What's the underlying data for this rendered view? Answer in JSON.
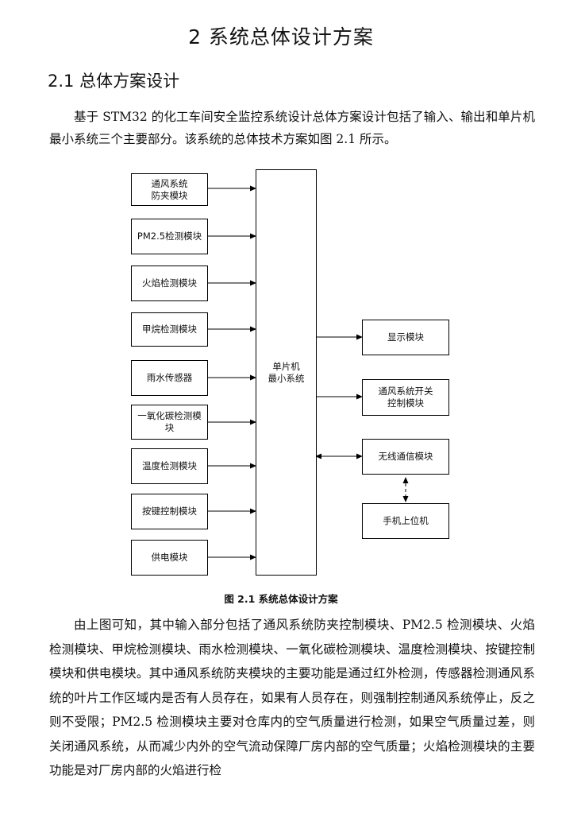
{
  "heading": "2 系统总体设计方案",
  "subheading": "2.1 总体方案设计",
  "intro_text": "基于 STM32 的化工车间安全监控系统设计总体方案设计包括了输入、输出和单片机最小系统三个主要部分。该系统的总体技术方案如图 2.1 所示。",
  "diagram": {
    "inputs": [
      "通风系统\n防夹模块",
      "PM2.5检测模块",
      "火焰检测模块",
      "甲烷检测模块",
      "雨水传感器",
      "一氧化碳检测模\n块",
      "温度检测模块",
      "按键控制模块",
      "供电模块"
    ],
    "center": "单片机\n最小系统",
    "outputs": [
      "显示模块",
      "通风系统开关\n控制模块"
    ],
    "bidirectional": "无线通信模块",
    "remote": "手机上位机"
  },
  "caption": "图 2.1  系统总体设计方案",
  "body_text": "由上图可知，其中输入部分包括了通风系统防夹控制模块、PM2.5 检测模块、火焰检测模块、甲烷检测模块、雨水检测模块、一氧化碳检测模块、温度检测模块、按键控制模块和供电模块。其中通风系统防夹模块的主要功能是通过红外检测，传感器检测通风系统的叶片工作区域内是否有人员存在，如果有人员存在，则强制控制通风系统停止，反之则不受限；PM2.5 检测模块主要对仓库内的空气质量进行检测，如果空气质量过差，则关闭通风系统，从而减少内外的空气流动保障厂房内部的空气质量；火焰检测模块的主要功能是对厂房内部的火焰进行检"
}
